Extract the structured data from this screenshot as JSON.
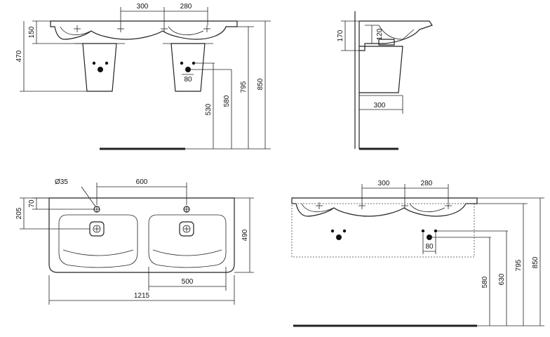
{
  "front_top": {
    "width_300": "300",
    "width_280": "280",
    "h_150": "150",
    "h_470": "470",
    "w_80": "80",
    "h_530": "530",
    "h_580": "580",
    "h_795": "795",
    "h_850": "850"
  },
  "side": {
    "h_170": "170",
    "h_120": "120",
    "w_300": "300"
  },
  "plan": {
    "diam": "Ø35",
    "w_600": "600",
    "h_70": "70",
    "h_205": "205",
    "h_490": "490",
    "w_500": "500",
    "w_1215": "1215"
  },
  "front_bottom": {
    "width_300": "300",
    "width_280": "280",
    "w_80": "80",
    "h_580": "580",
    "h_630": "630",
    "h_795": "795",
    "h_850": "850"
  },
  "colors": {
    "line": "#222222",
    "background": "#ffffff"
  }
}
